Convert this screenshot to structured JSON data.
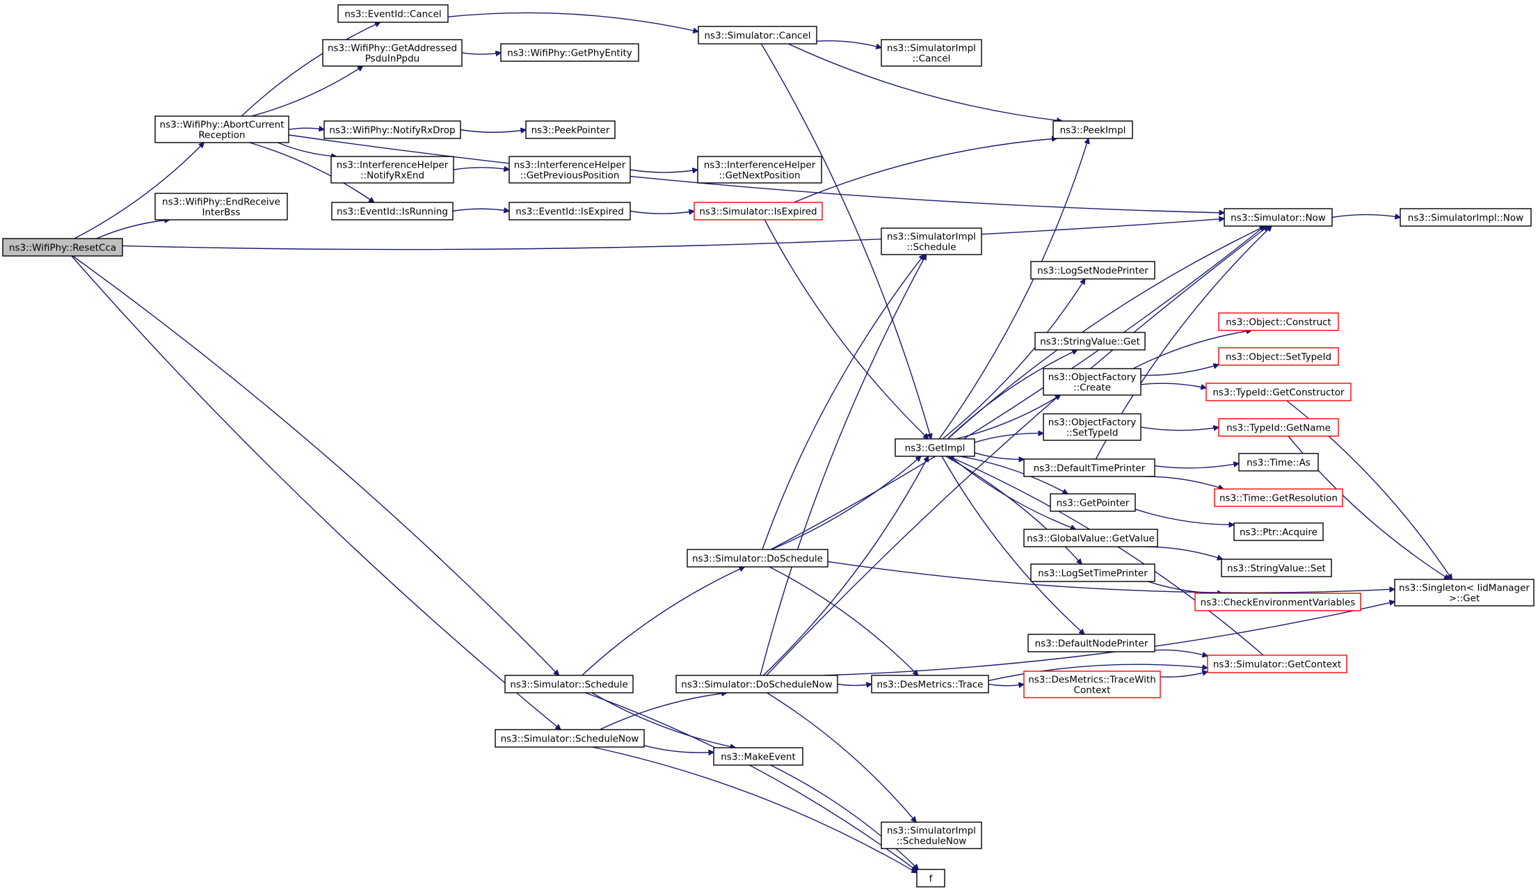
{
  "graph": {
    "type": "call-graph",
    "root": "n_resetcca",
    "colors": {
      "edge": "#191970",
      "node_border": "#000000",
      "truncated_border": "#ff0000",
      "root_fill": "#bfbfbf",
      "background": "#ffffff"
    },
    "nodes": [
      {
        "id": "n_resetcca",
        "lines": [
          "ns3::WifiPhy::ResetCca"
        ],
        "style": "root"
      },
      {
        "id": "n_abort",
        "lines": [
          "ns3::WifiPhy::AbortCurrent",
          "Reception"
        ],
        "style": "normal"
      },
      {
        "id": "n_endreceive",
        "lines": [
          "ns3::WifiPhy::EndReceive",
          "InterBss"
        ],
        "style": "normal"
      },
      {
        "id": "n_eventcancel",
        "lines": [
          "ns3::EventId::Cancel"
        ],
        "style": "normal"
      },
      {
        "id": "n_getaddressed",
        "lines": [
          "ns3::WifiPhy::GetAddressed",
          "PsduInPpdu"
        ],
        "style": "normal"
      },
      {
        "id": "n_getphyentity",
        "lines": [
          "ns3::WifiPhy::GetPhyEntity"
        ],
        "style": "normal"
      },
      {
        "id": "n_simcancel",
        "lines": [
          "ns3::Simulator::Cancel"
        ],
        "style": "normal"
      },
      {
        "id": "n_simimplcancel",
        "lines": [
          "ns3::SimulatorImpl",
          "::Cancel"
        ],
        "style": "normal"
      },
      {
        "id": "n_notifyrxdrop",
        "lines": [
          "ns3::WifiPhy::NotifyRxDrop"
        ],
        "style": "normal"
      },
      {
        "id": "n_peekpointer",
        "lines": [
          "ns3::PeekPointer"
        ],
        "style": "normal"
      },
      {
        "id": "n_peekimpl",
        "lines": [
          "ns3::PeekImpl"
        ],
        "style": "normal"
      },
      {
        "id": "n_notifyrxend",
        "lines": [
          "ns3::InterferenceHelper",
          "::NotifyRxEnd"
        ],
        "style": "normal"
      },
      {
        "id": "n_getprevpos",
        "lines": [
          "ns3::InterferenceHelper",
          "::GetPreviousPosition"
        ],
        "style": "normal"
      },
      {
        "id": "n_getnextpos",
        "lines": [
          "ns3::InterferenceHelper",
          "::GetNextPosition"
        ],
        "style": "normal"
      },
      {
        "id": "n_isrunning",
        "lines": [
          "ns3::EventId::IsRunning"
        ],
        "style": "normal"
      },
      {
        "id": "n_isexpired_ev",
        "lines": [
          "ns3::EventId::IsExpired"
        ],
        "style": "normal"
      },
      {
        "id": "n_simisexpired",
        "lines": [
          "ns3::Simulator::IsExpired"
        ],
        "style": "truncated"
      },
      {
        "id": "n_simnow",
        "lines": [
          "ns3::Simulator::Now"
        ],
        "style": "normal"
      },
      {
        "id": "n_simimplnow",
        "lines": [
          "ns3::SimulatorImpl::Now"
        ],
        "style": "normal"
      },
      {
        "id": "n_simimplschedule",
        "lines": [
          "ns3::SimulatorImpl",
          "::Schedule"
        ],
        "style": "normal"
      },
      {
        "id": "n_logsetnodeprinter",
        "lines": [
          "ns3::LogSetNodePrinter"
        ],
        "style": "normal"
      },
      {
        "id": "n_stringvalueget",
        "lines": [
          "ns3::StringValue::Get"
        ],
        "style": "normal"
      },
      {
        "id": "n_objfactcreate",
        "lines": [
          "ns3::ObjectFactory",
          "::Create"
        ],
        "style": "normal"
      },
      {
        "id": "n_objconstruct",
        "lines": [
          "ns3::Object::Construct"
        ],
        "style": "truncated"
      },
      {
        "id": "n_objsettypeid",
        "lines": [
          "ns3::Object::SetTypeId"
        ],
        "style": "truncated"
      },
      {
        "id": "n_typeidgetctor",
        "lines": [
          "ns3::TypeId::GetConstructor"
        ],
        "style": "truncated"
      },
      {
        "id": "n_objfactsettypeid",
        "lines": [
          "ns3::ObjectFactory",
          "::SetTypeId"
        ],
        "style": "normal"
      },
      {
        "id": "n_typeidgetname",
        "lines": [
          "ns3::TypeId::GetName"
        ],
        "style": "truncated"
      },
      {
        "id": "n_getimpl",
        "lines": [
          "ns3::GetImpl"
        ],
        "style": "normal"
      },
      {
        "id": "n_deftimeprinter",
        "lines": [
          "ns3::DefaultTimePrinter"
        ],
        "style": "normal"
      },
      {
        "id": "n_timeas",
        "lines": [
          "ns3::Time::As"
        ],
        "style": "normal"
      },
      {
        "id": "n_timegetres",
        "lines": [
          "ns3::Time::GetResolution"
        ],
        "style": "truncated"
      },
      {
        "id": "n_getpointer",
        "lines": [
          "ns3::GetPointer"
        ],
        "style": "normal"
      },
      {
        "id": "n_ptracquire",
        "lines": [
          "ns3::Ptr::Acquire"
        ],
        "style": "normal"
      },
      {
        "id": "n_globalgetvalue",
        "lines": [
          "ns3::GlobalValue::GetValue"
        ],
        "style": "normal"
      },
      {
        "id": "n_stringvalueset",
        "lines": [
          "ns3::StringValue::Set"
        ],
        "style": "normal"
      },
      {
        "id": "n_logsettimeprinter",
        "lines": [
          "ns3::LogSetTimePrinter"
        ],
        "style": "normal"
      },
      {
        "id": "n_checkenv",
        "lines": [
          "ns3::CheckEnvironmentVariables"
        ],
        "style": "truncated"
      },
      {
        "id": "n_singleton",
        "lines": [
          "ns3::Singleton< IidManager",
          " >::Get"
        ],
        "style": "normal"
      },
      {
        "id": "n_defnodeprinter",
        "lines": [
          "ns3::DefaultNodePrinter"
        ],
        "style": "normal"
      },
      {
        "id": "n_simgetcontext",
        "lines": [
          "ns3::Simulator::GetContext"
        ],
        "style": "truncated"
      },
      {
        "id": "n_doschedule",
        "lines": [
          "ns3::Simulator::DoSchedule"
        ],
        "style": "normal"
      },
      {
        "id": "n_simschedule",
        "lines": [
          "ns3::Simulator::Schedule"
        ],
        "style": "normal"
      },
      {
        "id": "n_doschedulenow",
        "lines": [
          "ns3::Simulator::DoScheduleNow"
        ],
        "style": "normal"
      },
      {
        "id": "n_destrace",
        "lines": [
          "ns3::DesMetrics::Trace"
        ],
        "style": "normal"
      },
      {
        "id": "n_destracewith",
        "lines": [
          "ns3::DesMetrics::TraceWith",
          "Context"
        ],
        "style": "truncated"
      },
      {
        "id": "n_simschedulenow",
        "lines": [
          "ns3::Simulator::ScheduleNow"
        ],
        "style": "normal"
      },
      {
        "id": "n_makeevent",
        "lines": [
          "ns3::MakeEvent"
        ],
        "style": "normal"
      },
      {
        "id": "n_simimplschednow",
        "lines": [
          "ns3::SimulatorImpl",
          "::ScheduleNow"
        ],
        "style": "normal"
      },
      {
        "id": "n_f",
        "lines": [
          "f"
        ],
        "style": "normal"
      }
    ],
    "edges": [
      [
        "n_resetcca",
        "n_abort"
      ],
      [
        "n_resetcca",
        "n_endreceive"
      ],
      [
        "n_resetcca",
        "n_simnow"
      ],
      [
        "n_resetcca",
        "n_simschedule"
      ],
      [
        "n_resetcca",
        "n_simschedulenow"
      ],
      [
        "n_abort",
        "n_eventcancel"
      ],
      [
        "n_abort",
        "n_getaddressed"
      ],
      [
        "n_abort",
        "n_notifyrxdrop"
      ],
      [
        "n_abort",
        "n_notifyrxend"
      ],
      [
        "n_abort",
        "n_isrunning"
      ],
      [
        "n_abort",
        "n_simnow"
      ],
      [
        "n_eventcancel",
        "n_simcancel"
      ],
      [
        "n_getaddressed",
        "n_getphyentity"
      ],
      [
        "n_simcancel",
        "n_simimplcancel"
      ],
      [
        "n_simcancel",
        "n_peekimpl"
      ],
      [
        "n_simcancel",
        "n_getimpl"
      ],
      [
        "n_notifyrxdrop",
        "n_peekpointer"
      ],
      [
        "n_notifyrxend",
        "n_getprevpos"
      ],
      [
        "n_getprevpos",
        "n_getnextpos"
      ],
      [
        "n_isrunning",
        "n_isexpired_ev"
      ],
      [
        "n_isexpired_ev",
        "n_simisexpired"
      ],
      [
        "n_simisexpired",
        "n_peekimpl"
      ],
      [
        "n_simisexpired",
        "n_getimpl"
      ],
      [
        "n_simnow",
        "n_simimplnow"
      ],
      [
        "n_getimpl",
        "n_peekimpl"
      ],
      [
        "n_getimpl",
        "n_simnow"
      ],
      [
        "n_getimpl",
        "n_logsetnodeprinter"
      ],
      [
        "n_getimpl",
        "n_stringvalueget"
      ],
      [
        "n_getimpl",
        "n_objfactcreate"
      ],
      [
        "n_getimpl",
        "n_objfactsettypeid"
      ],
      [
        "n_getimpl",
        "n_deftimeprinter"
      ],
      [
        "n_getimpl",
        "n_getpointer"
      ],
      [
        "n_getimpl",
        "n_globalgetvalue"
      ],
      [
        "n_getimpl",
        "n_logsettimeprinter"
      ],
      [
        "n_getimpl",
        "n_defnodeprinter"
      ],
      [
        "n_objfactcreate",
        "n_objconstruct"
      ],
      [
        "n_objfactcreate",
        "n_objsettypeid"
      ],
      [
        "n_objfactcreate",
        "n_typeidgetctor"
      ],
      [
        "n_objfactsettypeid",
        "n_typeidgetname"
      ],
      [
        "n_typeidgetctor",
        "n_singleton"
      ],
      [
        "n_typeidgetname",
        "n_singleton"
      ],
      [
        "n_deftimeprinter",
        "n_simnow"
      ],
      [
        "n_deftimeprinter",
        "n_timeas"
      ],
      [
        "n_deftimeprinter",
        "n_timegetres"
      ],
      [
        "n_getpointer",
        "n_ptracquire"
      ],
      [
        "n_globalgetvalue",
        "n_stringvalueset"
      ],
      [
        "n_logsettimeprinter",
        "n_checkenv"
      ],
      [
        "n_defnodeprinter",
        "n_simgetcontext"
      ],
      [
        "n_simgetcontext",
        "n_getimpl"
      ],
      [
        "n_simschedule",
        "n_doschedule"
      ],
      [
        "n_simschedule",
        "n_makeevent"
      ],
      [
        "n_simschedule",
        "n_f"
      ],
      [
        "n_doschedule",
        "n_getimpl"
      ],
      [
        "n_doschedule",
        "n_simimplschedule"
      ],
      [
        "n_doschedule",
        "n_simnow"
      ],
      [
        "n_doschedule",
        "n_destrace"
      ],
      [
        "n_doschedule",
        "n_singleton"
      ],
      [
        "n_simschedulenow",
        "n_doschedulenow"
      ],
      [
        "n_simschedulenow",
        "n_makeevent"
      ],
      [
        "n_simschedulenow",
        "n_f"
      ],
      [
        "n_doschedulenow",
        "n_getimpl"
      ],
      [
        "n_doschedulenow",
        "n_simnow"
      ],
      [
        "n_doschedulenow",
        "n_destrace"
      ],
      [
        "n_doschedulenow",
        "n_simimplschednow"
      ],
      [
        "n_doschedulenow",
        "n_singleton"
      ],
      [
        "n_doschedulenow",
        "n_simimplschedule"
      ],
      [
        "n_destrace",
        "n_destracewith"
      ],
      [
        "n_destrace",
        "n_simgetcontext"
      ],
      [
        "n_destracewith",
        "n_simgetcontext"
      ],
      [
        "n_makeevent",
        "n_f"
      ]
    ]
  }
}
